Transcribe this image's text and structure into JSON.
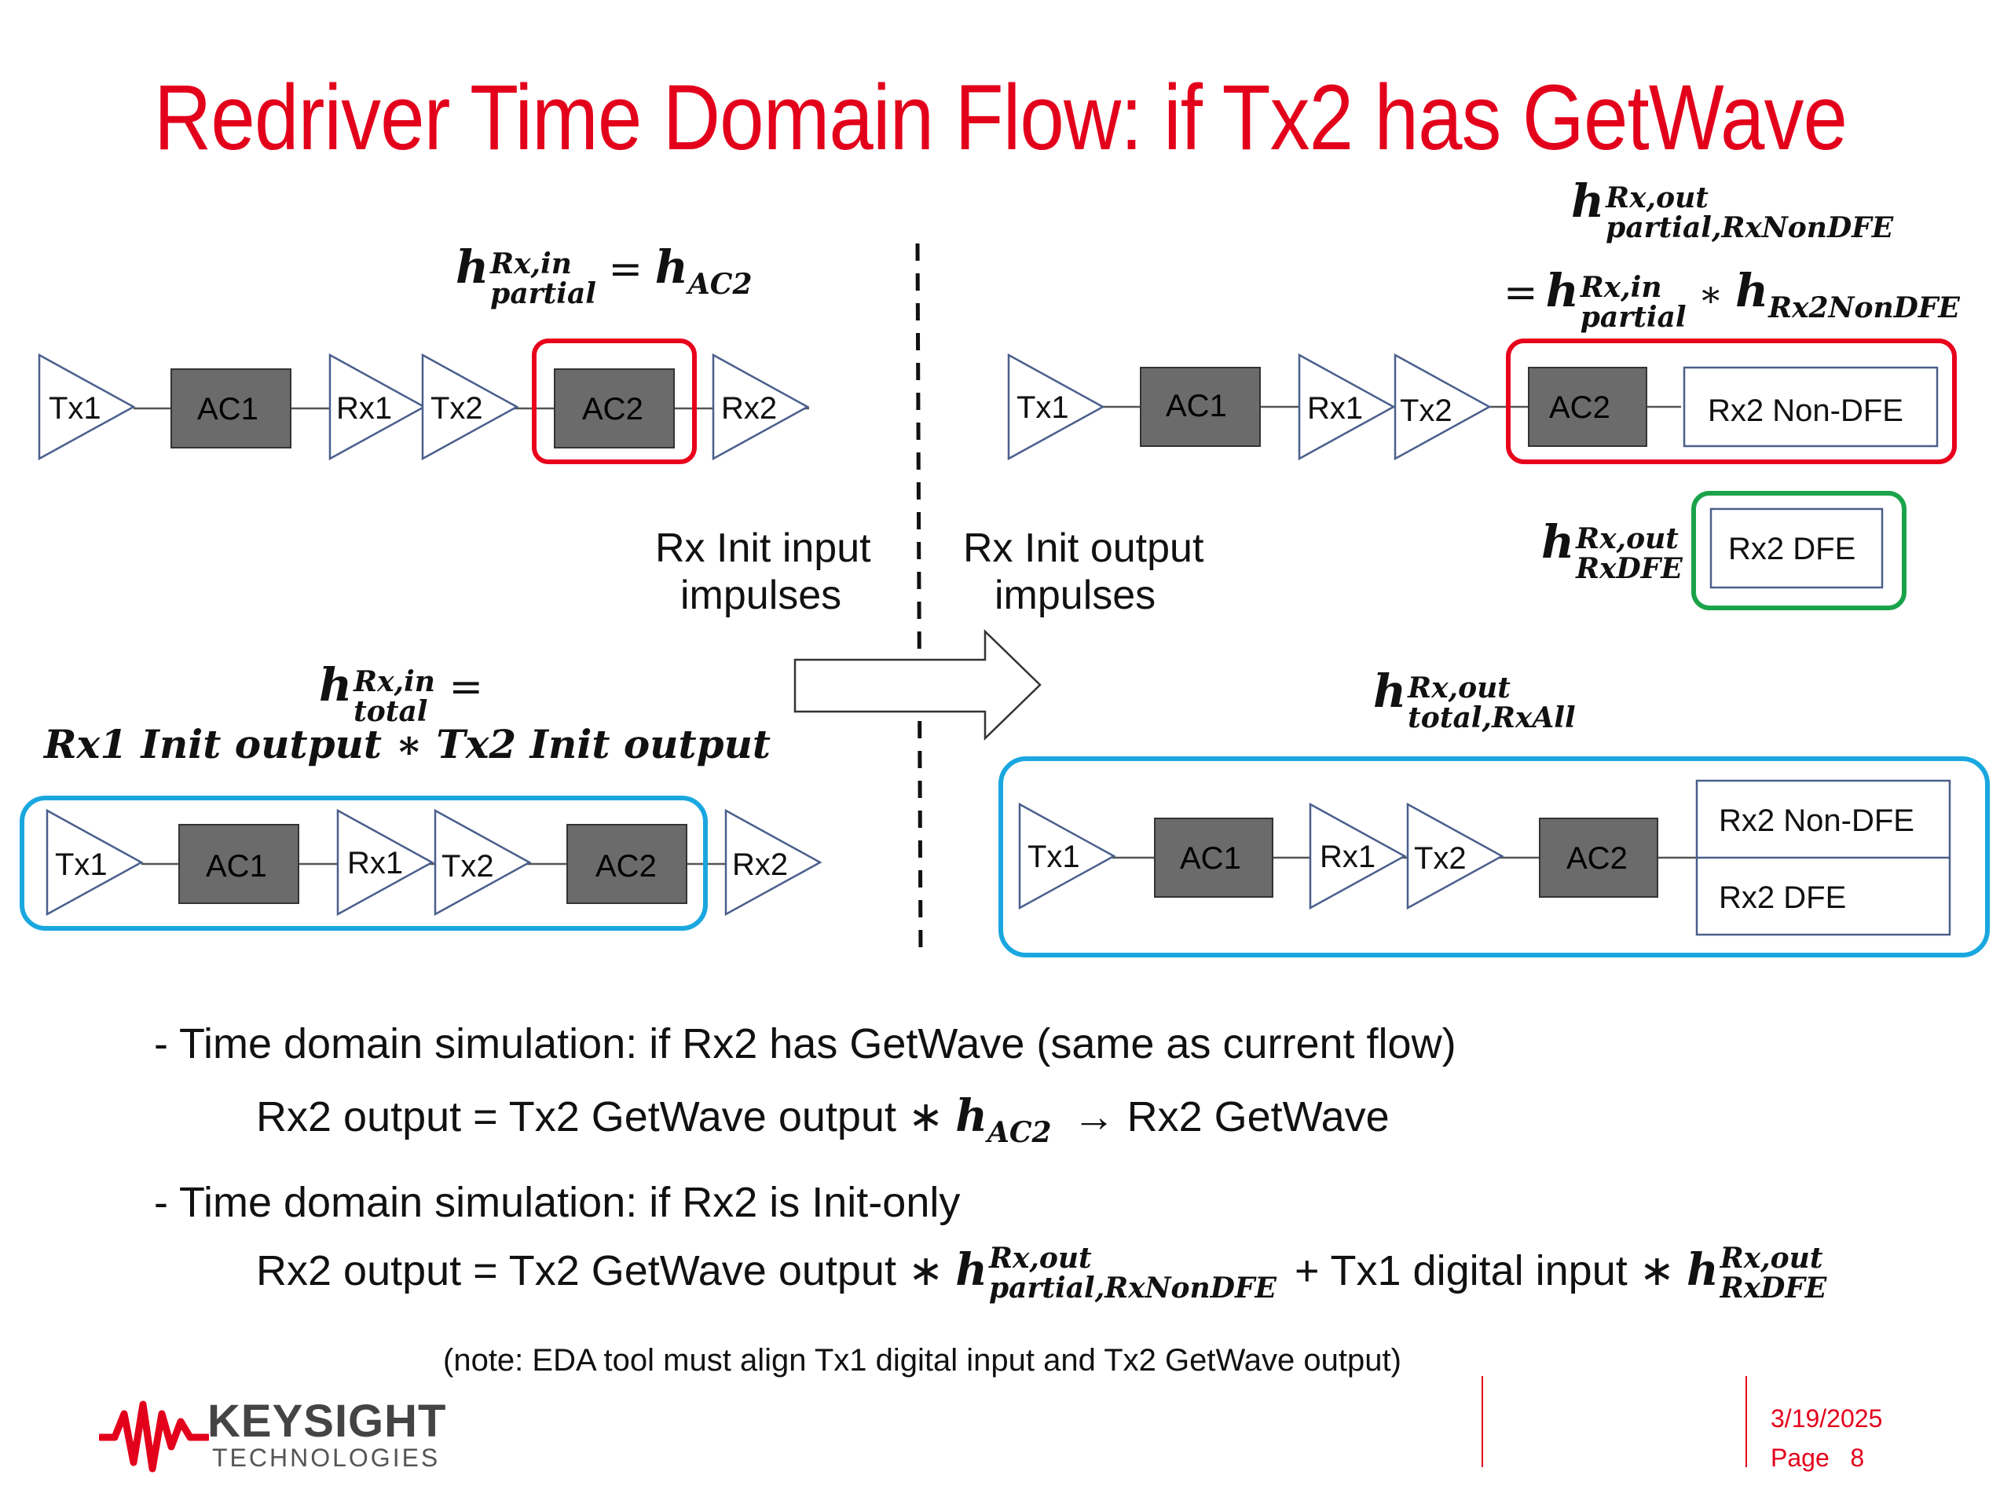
{
  "slide": {
    "title": "Redriver Time Domain Flow: if Tx2 has GetWave",
    "labels": {
      "tx1": "Tx1",
      "ac1": "AC1",
      "rx1": "Rx1",
      "tx2": "Tx2",
      "ac2": "AC2",
      "rx2": "Rx2",
      "rx2_nondfe": "Rx2 Non-DFE",
      "rx2_dfe": "Rx2 DFE"
    },
    "middle": {
      "rx_init_input_l1": "Rx Init input",
      "rx_init_input_l2": "impulses",
      "rx_init_output_l1": "Rx Init output",
      "rx_init_output_l2": "impulses"
    },
    "equations": {
      "h": "h",
      "rx_in": "Rx,in",
      "rx_out": "Rx,out",
      "partial": "partial",
      "total": "total",
      "ac2_sub": "AC2",
      "equals": "=",
      "conv": "∗",
      "partial_rxnondfe": "partial,RxNonDFE",
      "rx2nondfe": "Rx2NonDFE",
      "rxdfe": "RxDFE",
      "total_rxall": "total,RxAll",
      "left_total_line2": "Rx1 Init output ∗ Tx2 Init output"
    },
    "bullets": {
      "b1": "- Time domain simulation: if Rx2 has GetWave (same as current flow)",
      "b1_line_a": "Rx2 output = Tx2 GetWave output ∗",
      "b1_line_b": "→ Rx2 GetWave",
      "b2": "- Time domain simulation: if Rx2 is Init-only",
      "b2_line_a": "Rx2 output = Tx2 GetWave output ∗",
      "b2_line_b": "+ Tx1 digital input ∗",
      "note": "(note: EDA tool must align Tx1 digital input and Tx2 GetWave output)"
    },
    "footer": {
      "brand": "KEYSIGHT",
      "brand_sub": "TECHNOLOGIES",
      "date": "3/19/2025",
      "page_label": "Page",
      "page_number": "8"
    },
    "colors": {
      "title": "#e3001b",
      "red_box": "#e8001c",
      "green_box": "#1aa34a",
      "blue_box": "#1aa7e0",
      "block_gray": "#6b6b6b"
    }
  }
}
